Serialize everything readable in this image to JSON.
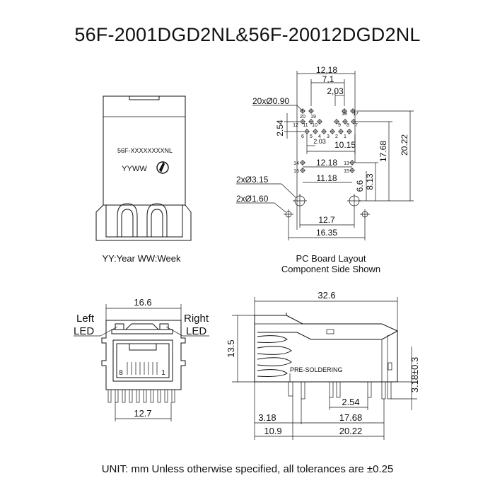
{
  "title": "56F-2001DGD2NL&56F-20012DGD2NL",
  "footer": "UNIT: mm Unless otherwise specified, all tolerances are ±0.25",
  "top_view": {
    "part_marking": "56F-XXXXXXXXNL",
    "date_code": "YYWW",
    "caption": "YY:Year  WW:Week"
  },
  "pcb_layout": {
    "caption_line1": "PC Board Layout",
    "caption_line2": "Component Side Shown",
    "dims": {
      "w1218_top": "12,18",
      "w71": "7,1",
      "w203_top": "2,03",
      "holes": "20xØ0.90",
      "h254": "2.54",
      "w203_bot": "2.03",
      "w1015": "10.15",
      "h1768": "17.68",
      "h2022": "20.22",
      "w1218": "12.18",
      "w1118": "11.18",
      "h66": "6.6",
      "h813": "8.13",
      "big_holes": "2xØ3.15",
      "small_holes": "2xØ1.60",
      "w127": "12.7",
      "w1635": "16.35"
    },
    "pins": {
      "p20": "20",
      "p19": "19",
      "p18": "18",
      "p17": "17",
      "p12": "12",
      "p11": "11",
      "p10": "10",
      "p9": "9",
      "p8": "8",
      "p7": "7",
      "p6": "6",
      "p5": "5",
      "p4": "4",
      "p3": "3",
      "p2": "2",
      "p1": "1",
      "p14": "14",
      "p13": "13",
      "p16": "16",
      "p15": "15"
    }
  },
  "front_view": {
    "w166": "16.6",
    "left_led_1": "Left",
    "left_led_2": "LED",
    "right_led_1": "Right",
    "right_led_2": "LED",
    "pin8": "8",
    "pin1": "1",
    "w127": "12.7"
  },
  "side_view": {
    "w326": "32.6",
    "h135": "13.5",
    "pre_soldering": "PRE-SOLDERING",
    "h318": "3.18±0.3",
    "w254": "2.54",
    "w318": "3.18",
    "w1768": "17.68",
    "w109": "10.9",
    "w2022": "20.22"
  }
}
